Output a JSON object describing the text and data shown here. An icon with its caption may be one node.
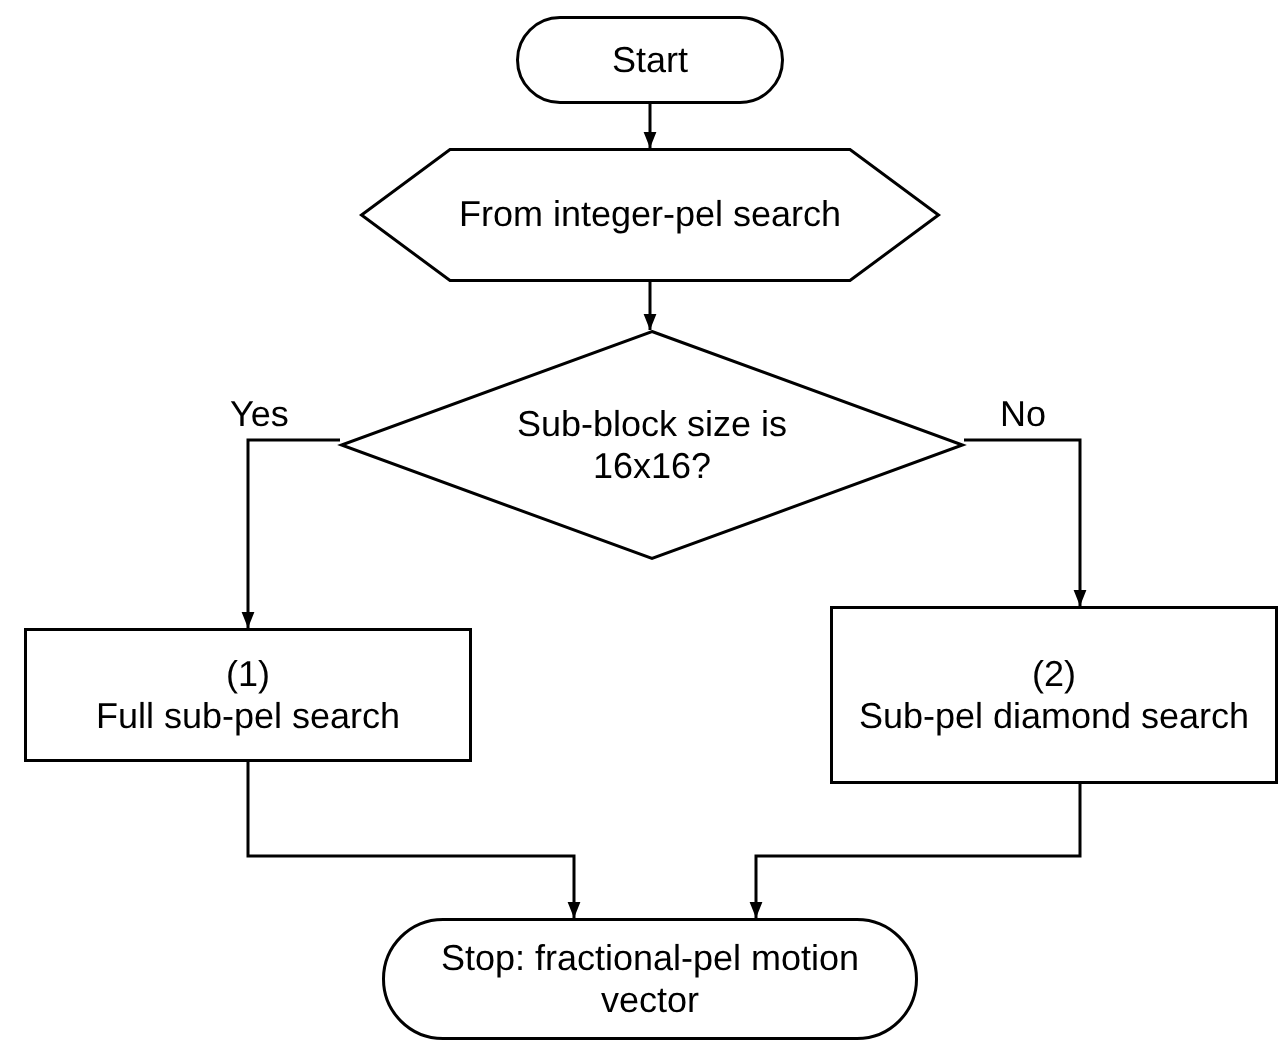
{
  "diagram": {
    "nodes": [
      {
        "text": [
          "Start"
        ]
      },
      {
        "text": [
          "From integer-pel search"
        ]
      },
      {
        "text": [
          "Sub-block size is 16x16?"
        ]
      },
      {
        "text": [
          "(1)",
          "Full sub-pel search"
        ]
      },
      {
        "text": [
          "(2)",
          "Sub-pel diamond search"
        ]
      },
      {
        "text": [
          "Stop: fractional-pel motion vector"
        ]
      }
    ],
    "edges": [
      {
        "from": 0,
        "to": 1,
        "arrow": "to"
      },
      {
        "from": 1,
        "to": 2,
        "arrow": "to"
      },
      {
        "from": 2,
        "to": 3,
        "arrow": "to",
        "label": "Yes"
      },
      {
        "from": 2,
        "to": 4,
        "arrow": "to",
        "label": "No"
      },
      {
        "from": 3,
        "to": 5,
        "arrow": "to"
      },
      {
        "from": 4,
        "to": 5,
        "arrow": "to"
      }
    ]
  }
}
